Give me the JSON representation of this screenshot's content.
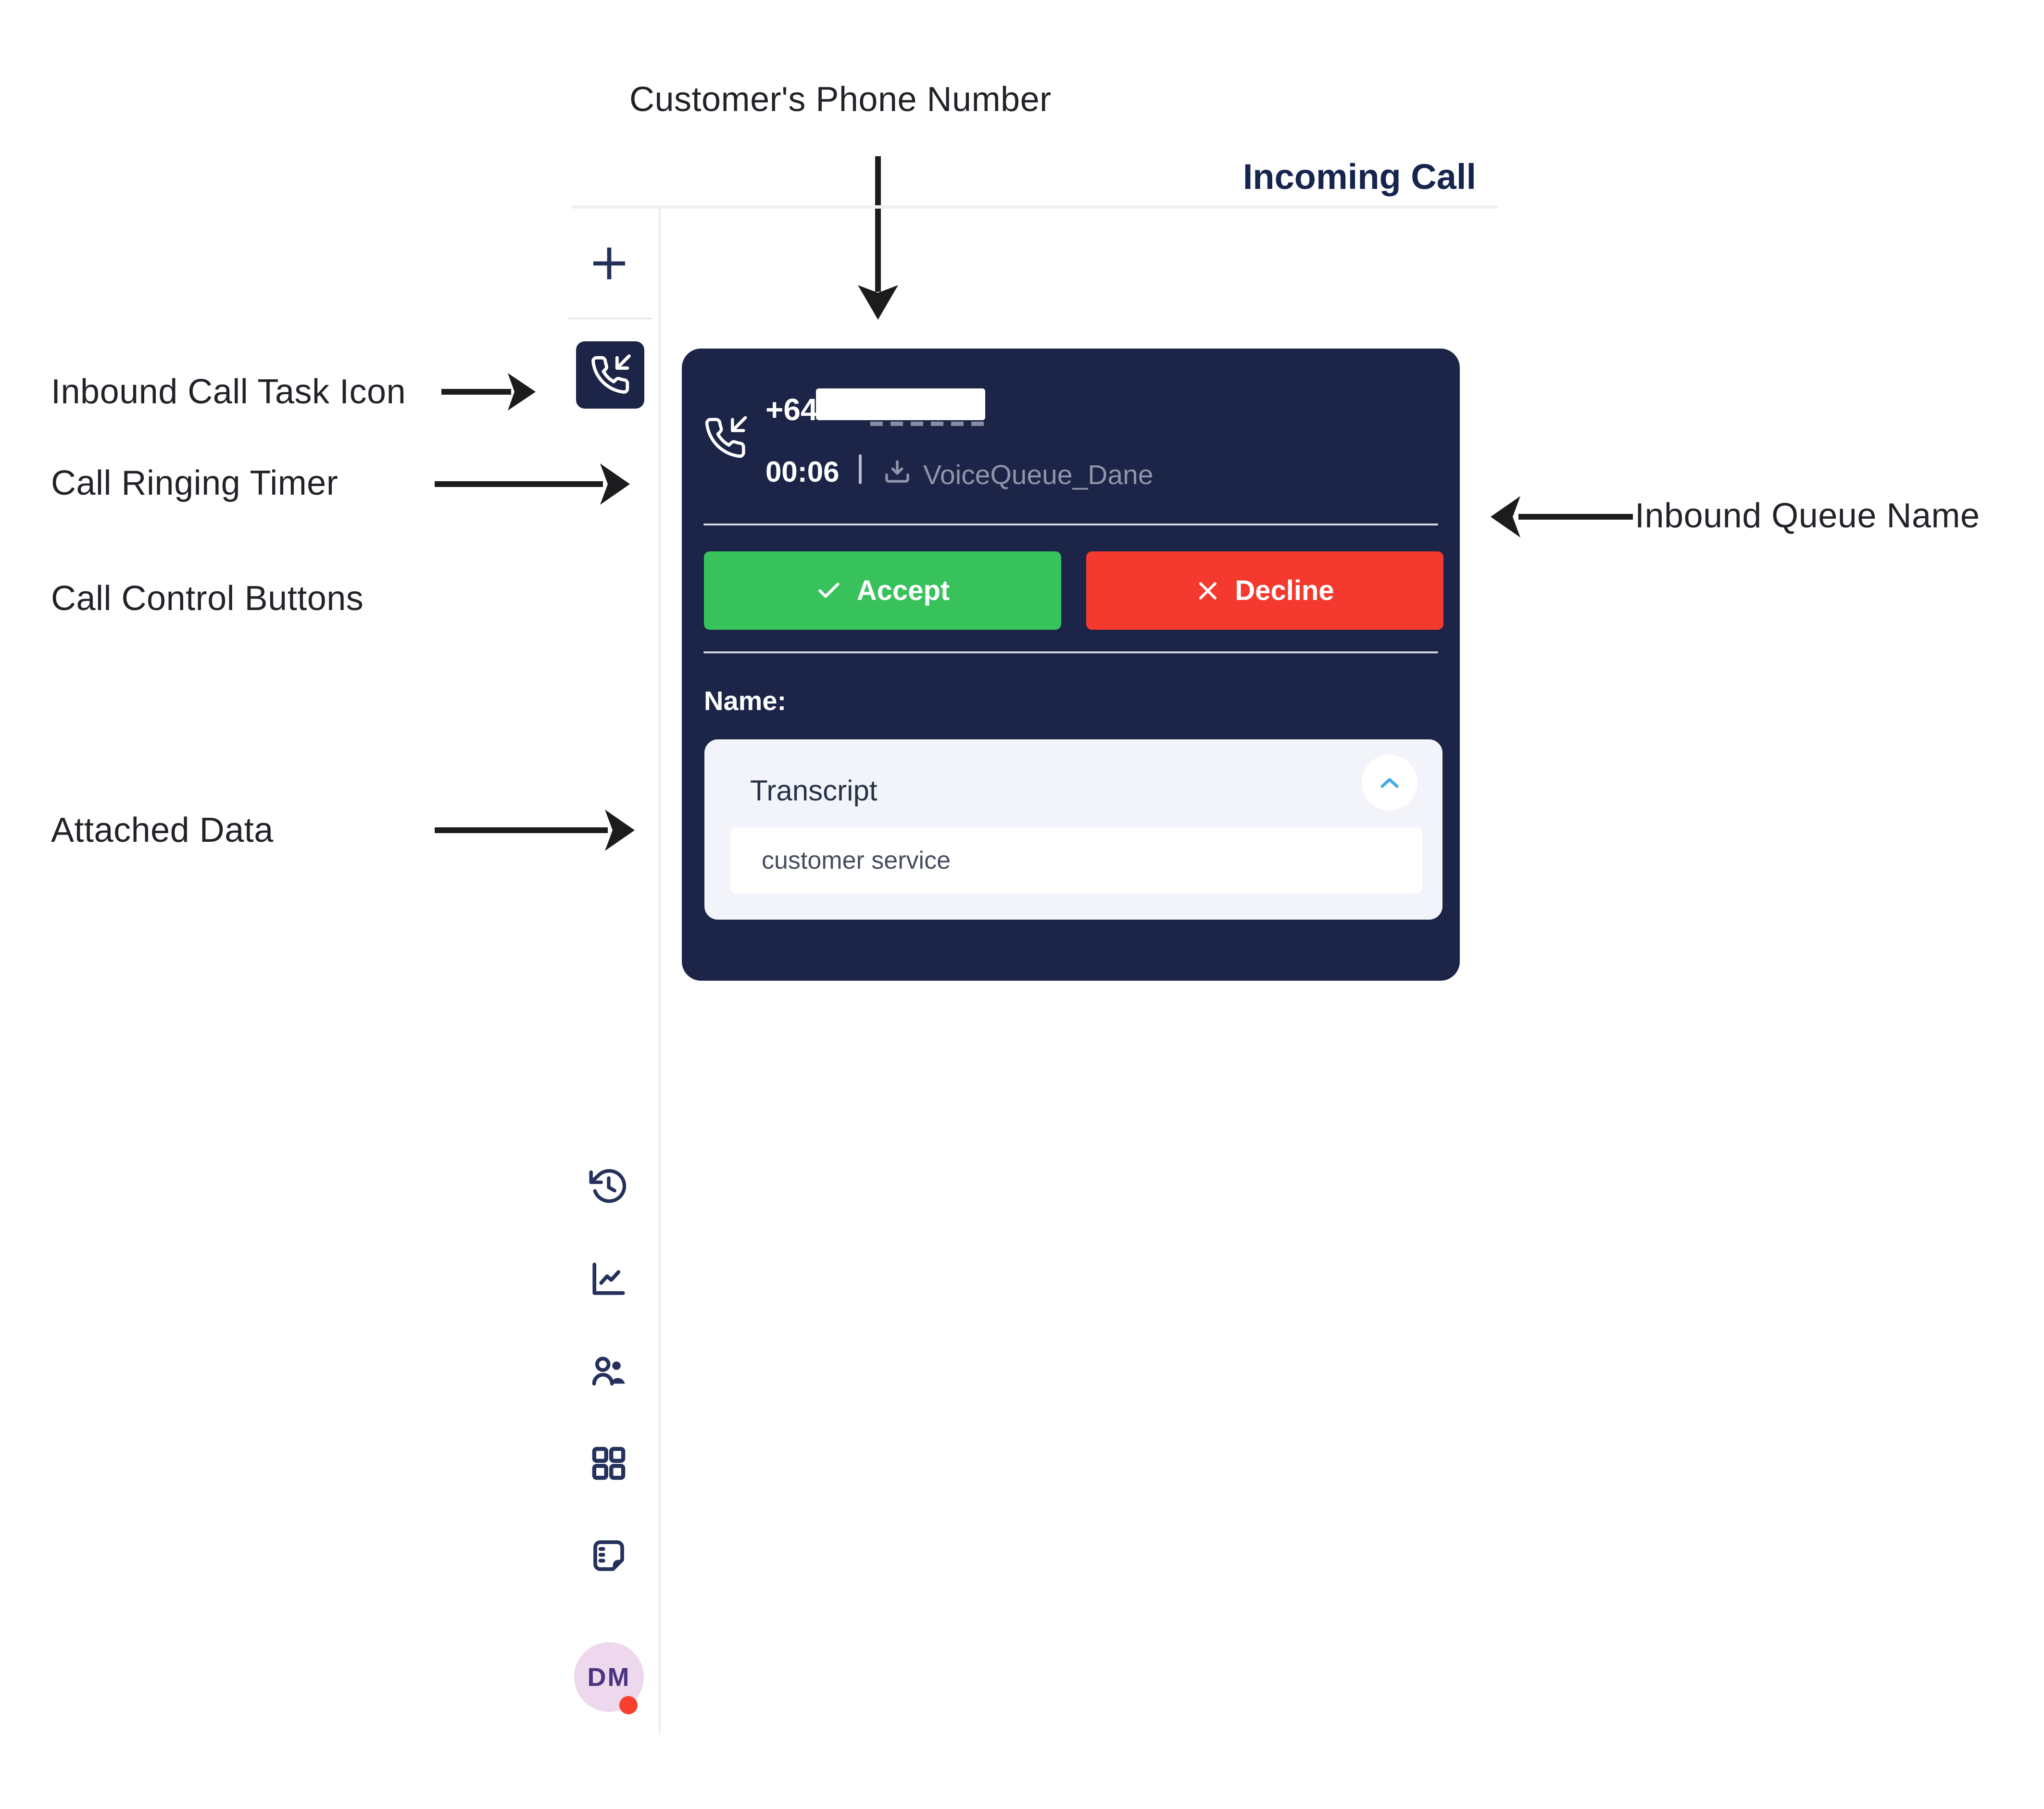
{
  "annotations": {
    "customer_phone": "Customer's Phone Number",
    "inbound_task": "Inbound Call Task Icon",
    "ringing_timer": "Call Ringing Timer",
    "control_buttons": "Call Control Buttons",
    "attached_data": "Attached Data",
    "queue_name": "Inbound Queue Name"
  },
  "header": {
    "title": "Incoming Call"
  },
  "call_card": {
    "phone_prefix": "+64",
    "timer": "00:06",
    "separator": "|",
    "queue": "VoiceQueue_Dane",
    "accept_label": "Accept",
    "decline_label": "Decline",
    "name_label": "Name:",
    "transcript": {
      "title": "Transcript",
      "value": "customer service"
    }
  },
  "sidebar": {
    "avatar_initials": "DM",
    "icons": [
      "plus-icon",
      "incoming-call-icon",
      "history-icon",
      "analytics-icon",
      "agents-icon",
      "grid-icon",
      "notes-icon"
    ]
  },
  "colors": {
    "card_navy": "#1c2547",
    "accept_green": "#38c25b",
    "decline_red": "#f4392e",
    "chevron_blue": "#41abe5",
    "queue_gray": "#8d95aa",
    "icon_navy": "#25315c",
    "avatar_pink": "#eed8ed",
    "status_red": "#f7402d"
  }
}
